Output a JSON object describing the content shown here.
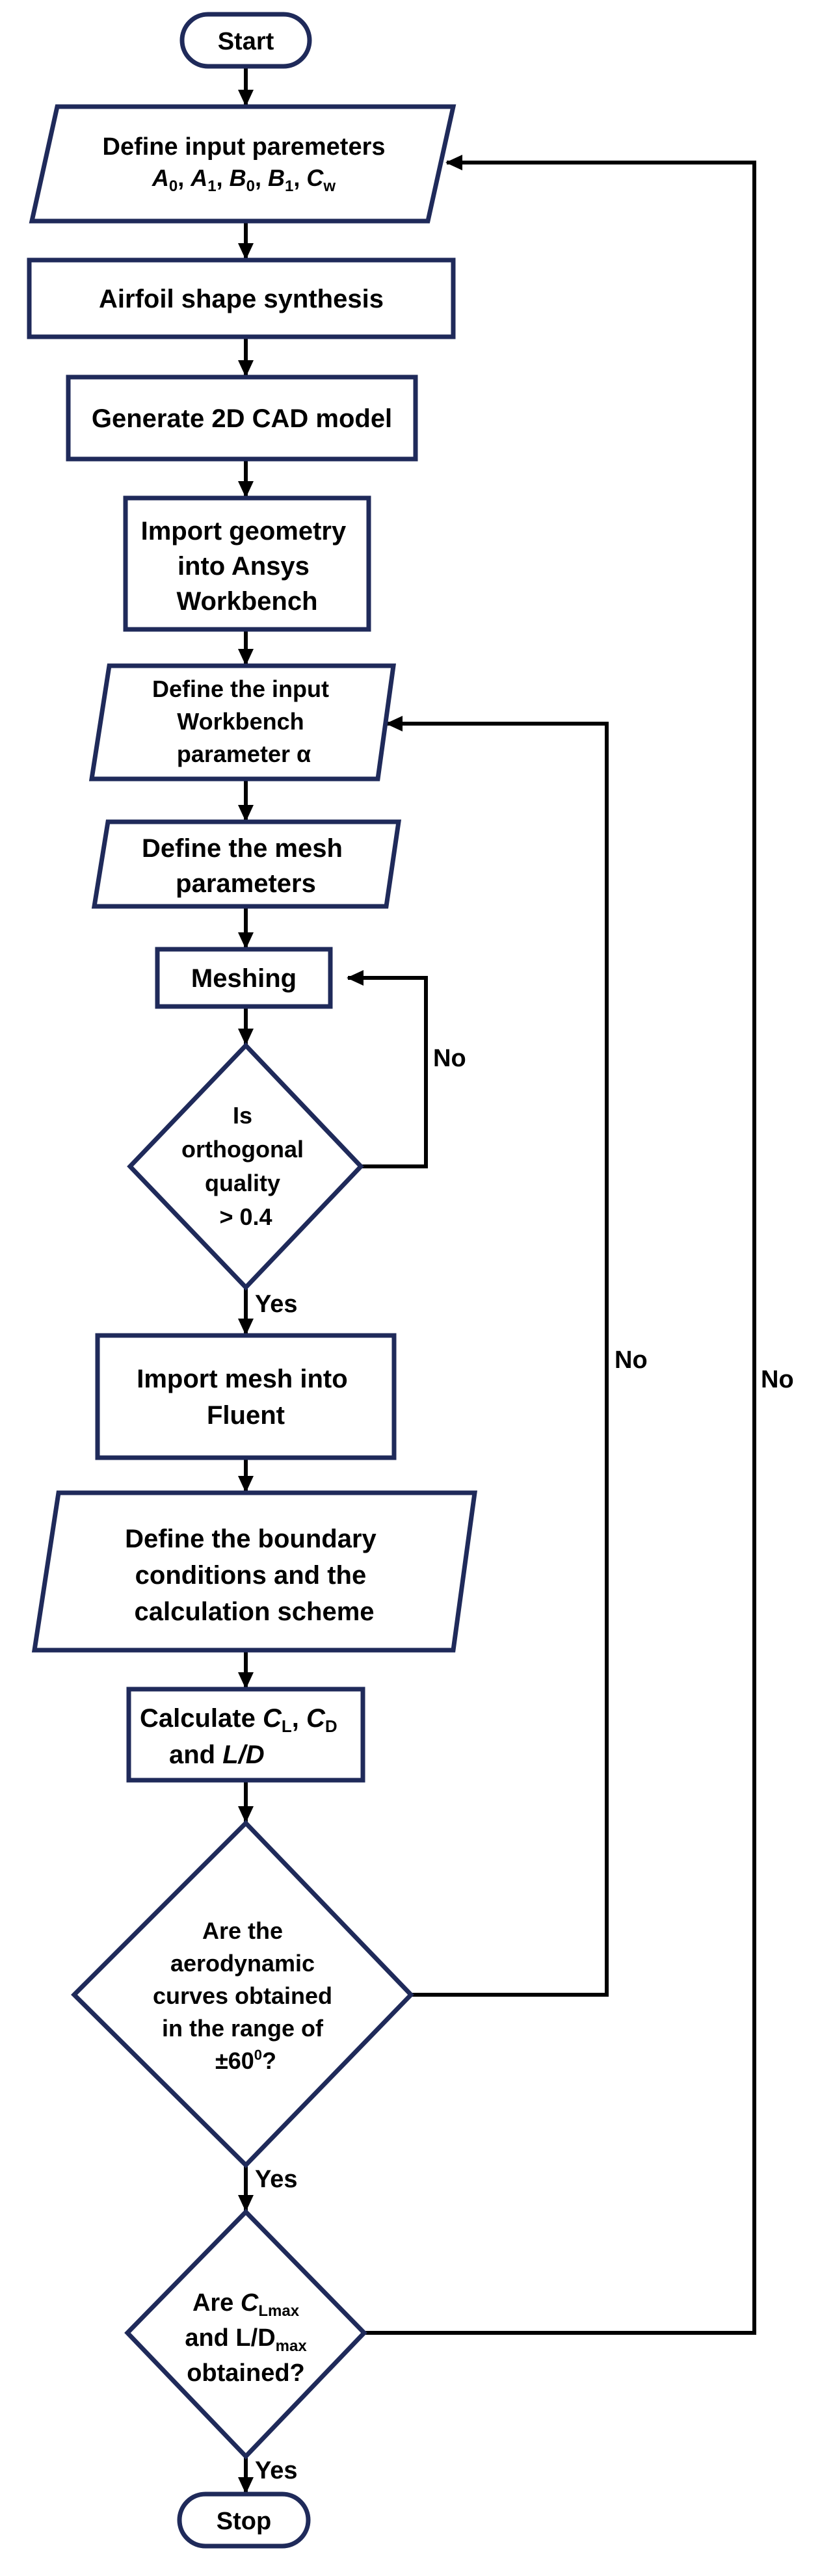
{
  "flowchart": {
    "start": "Start",
    "define_inputs": {
      "line1": "Define input paremeters",
      "params": [
        "A",
        "0",
        "A",
        "1",
        "B",
        "0",
        "B",
        "1",
        "C",
        "w"
      ]
    },
    "airfoil": "Airfoil shape synthesis",
    "cad": "Generate 2D CAD model",
    "import_geom": [
      "Import geometry",
      "into Ansys",
      "Workbench"
    ],
    "define_wb": [
      "Define the input",
      "Workbench",
      "parameter α"
    ],
    "define_mesh": [
      "Define the mesh",
      "parameters"
    ],
    "meshing": "Meshing",
    "orth_check": [
      "Is",
      "orthogonal",
      "quality",
      "> 0.4"
    ],
    "import_mesh": [
      "Import mesh into",
      "Fluent"
    ],
    "boundary": [
      "Define the boundary",
      "conditions and the",
      "calculation scheme"
    ],
    "calculate": {
      "line1": "Calculate",
      "cl": "C",
      "cl_sub": "L",
      "cd": "C",
      "cd_sub": "D",
      "and": "and",
      "ld": "L/D"
    },
    "aero_check": [
      "Are the",
      "aerodynamic",
      "curves obtained",
      "in the range of",
      "±60",
      "0",
      "?"
    ],
    "max_check": {
      "line1": "Are",
      "cl": "C",
      "cl_sub": "Lmax",
      "line2": "and L/D",
      "ld_sub": "max",
      "line3": "obtained?"
    },
    "stop": "Stop",
    "labels": {
      "yes": "Yes",
      "no": "No"
    }
  }
}
